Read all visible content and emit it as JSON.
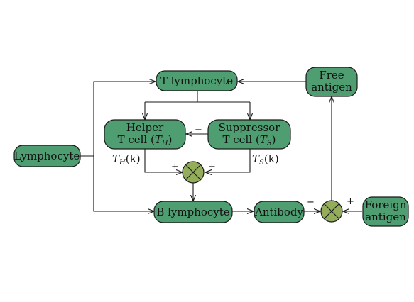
{
  "nodes": {
    "t_lymphocyte": "T lymphocyte",
    "free_antigen": [
      "Free",
      "antigen"
    ],
    "helper": [
      "Helper",
      "T cell (",
      "T",
      "H",
      ")"
    ],
    "suppressor": [
      "Suppressor",
      "T cell (",
      "T",
      "S",
      ")"
    ],
    "lymphocyte": "Lymphocyte",
    "b_lymphocyte": "B lymphocyte",
    "antibody": "Antibody",
    "foreign_antigen": [
      "Foreign",
      "antigen"
    ]
  },
  "signals": {
    "th": {
      "sym": "T",
      "sub": "H",
      "arg": "(k)"
    },
    "ts": {
      "sym": "T",
      "sub": "S",
      "arg": "(k)"
    }
  },
  "signs": {
    "helper_from_suppressor": "−",
    "junction1_left": "+",
    "junction1_right": "−",
    "junction2_left": "−",
    "junction2_right": "+"
  },
  "colors": {
    "node_fill": "#4f9e72",
    "junction_fill": "#93ad5a",
    "stroke": "#1a1a1a"
  }
}
